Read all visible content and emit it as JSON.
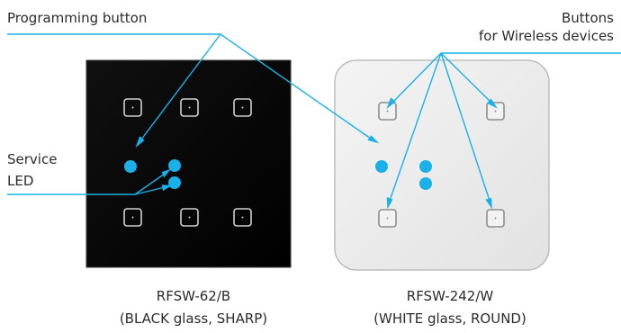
{
  "labels": {
    "programming_button": "Programming button",
    "buttons_line1": "Buttons",
    "buttons_line2": "for Wireless devices",
    "service_line1": "Service",
    "service_line2": "LED"
  },
  "devices": [
    {
      "model": "RFSW-62/B",
      "description": "(BLACK glass, SHARP)",
      "panel_color": "#050505",
      "button_count": 6
    },
    {
      "model": "RFSW-242/W",
      "description": "(WHITE glass, ROUND)",
      "panel_color": "#e9e9e9",
      "button_count": 4
    }
  ],
  "colors": {
    "accent": "#1ab0e8",
    "leader_line": "#1ab0e8",
    "text": "#2b2b2b"
  }
}
